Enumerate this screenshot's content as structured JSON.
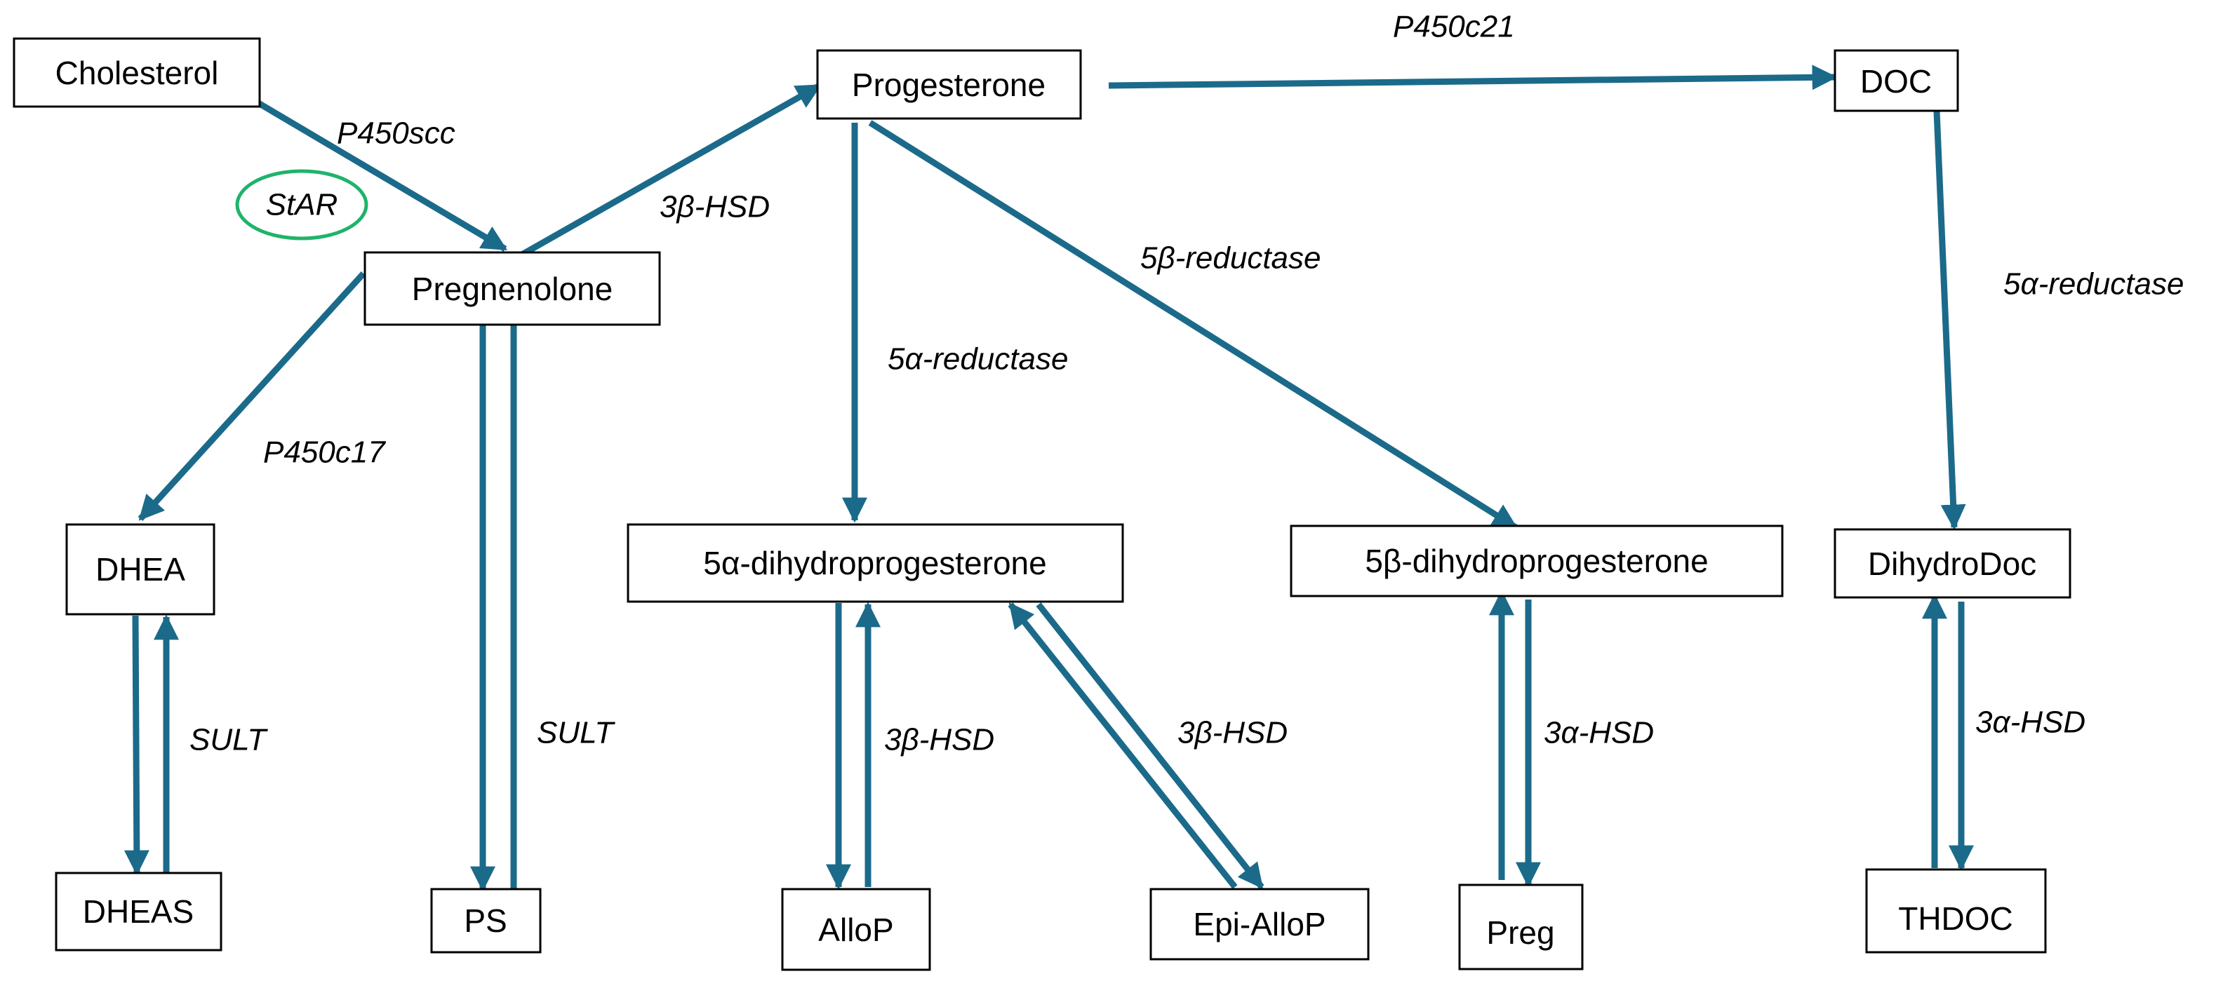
{
  "colors": {
    "arrow": "#1b6a8a",
    "box_border": "#000000",
    "text": "#000000",
    "star_ring": "#1fb36b"
  },
  "nodes": {
    "cholesterol": "Cholesterol",
    "progesterone": "Progesterone",
    "doc": "DOC",
    "pregnenolone": "Pregnenolone",
    "dhea": "DHEA",
    "dheas": "DHEAS",
    "ps": "PS",
    "five_alpha_dhp": "5α-dihydroprogesterone",
    "five_beta_dhp": "5β-dihydroprogesterone",
    "dihydrodoc": "DihydroDoc",
    "allop": "AlloP",
    "epi_allop": "Epi-AlloP",
    "preg": "Preg",
    "thdoc": "THDOC"
  },
  "enzymes": {
    "p450scc": "P450scc",
    "star": "StAR",
    "three_beta_hsd_top": "3β-HSD",
    "p450c21": "P450c21",
    "five_beta_reductase": "5β-reductase",
    "five_alpha_reductase_mid": "5α-reductase",
    "five_alpha_reductase_right": "5α-reductase",
    "p450c17": "P450c17",
    "sult_left": "SULT",
    "sult_ps": "SULT",
    "three_beta_hsd_allop": "3β-HSD",
    "three_beta_hsd_epi": "3β-HSD",
    "three_alpha_hsd_preg": "3α-HSD",
    "three_alpha_hsd_thdoc": "3α-HSD"
  }
}
